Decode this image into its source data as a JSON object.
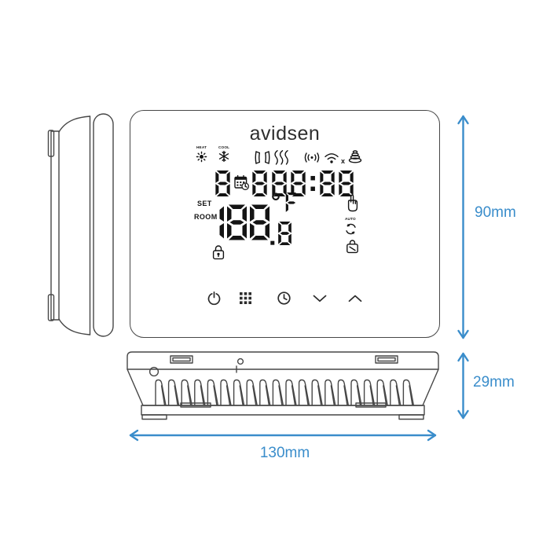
{
  "brand": {
    "logo": "avidsen"
  },
  "front_view": {
    "status_icons": {
      "heat_label": "HEAT",
      "cool_label": "COOL",
      "wifi_off_mark": "x",
      "icon_names": [
        "sun-heat-icon",
        "snowflake-cool-icon",
        "open-window-icon",
        "floor-heating-icon",
        "rf-signal-icon",
        "wifi-icon",
        "heating-element-stack-icon",
        "calendar-clock-icon",
        "hand-manual-icon",
        "auto-mode-icon",
        "holiday-bag-icon",
        "lock-icon"
      ]
    },
    "segments": {
      "zone_digit": "8",
      "program_digit": "8",
      "clock": "88:88",
      "temperature": "188",
      "temperature_decimal": ".8",
      "unit": "°F"
    },
    "labels": {
      "set": "SET",
      "room": "ROOM",
      "auto": "AUTO"
    },
    "buttons": [
      "power-icon",
      "menu-grid-icon",
      "clock-icon",
      "arrow-down-icon",
      "arrow-up-icon"
    ]
  },
  "dimensions": {
    "height_label": "90mm",
    "depth_label": "29mm",
    "width_label": "130mm"
  },
  "colors": {
    "dimension_blue": "#3A8DCB",
    "drawing_line": "#474747",
    "lcd_black": "#141414"
  }
}
